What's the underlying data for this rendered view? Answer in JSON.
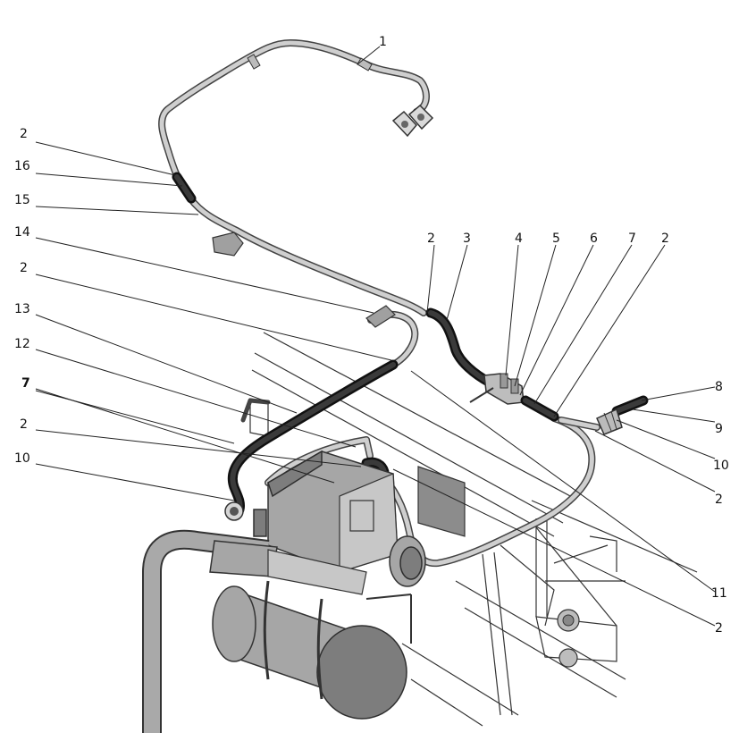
{
  "callouts": [
    {
      "id": "c1",
      "label": "1"
    },
    {
      "id": "c2a",
      "label": "2"
    },
    {
      "id": "c16",
      "label": "16"
    },
    {
      "id": "c15",
      "label": "15"
    },
    {
      "id": "c14",
      "label": "14"
    },
    {
      "id": "c2b",
      "label": "2"
    },
    {
      "id": "c13",
      "label": "13"
    },
    {
      "id": "c12",
      "label": "12"
    },
    {
      "id": "c7a",
      "label": "7"
    },
    {
      "id": "c2c",
      "label": "2"
    },
    {
      "id": "c10a",
      "label": "10"
    },
    {
      "id": "c2d",
      "label": "2"
    },
    {
      "id": "c3",
      "label": "3"
    },
    {
      "id": "c4",
      "label": "4"
    },
    {
      "id": "c5",
      "label": "5"
    },
    {
      "id": "c6",
      "label": "6"
    },
    {
      "id": "c7b",
      "label": "7"
    },
    {
      "id": "c2e",
      "label": "2"
    },
    {
      "id": "c8",
      "label": "8"
    },
    {
      "id": "c9",
      "label": "9"
    },
    {
      "id": "c10b",
      "label": "10"
    },
    {
      "id": "c2f",
      "label": "2"
    },
    {
      "id": "c11",
      "label": "11"
    },
    {
      "id": "c2g",
      "label": "2"
    }
  ]
}
